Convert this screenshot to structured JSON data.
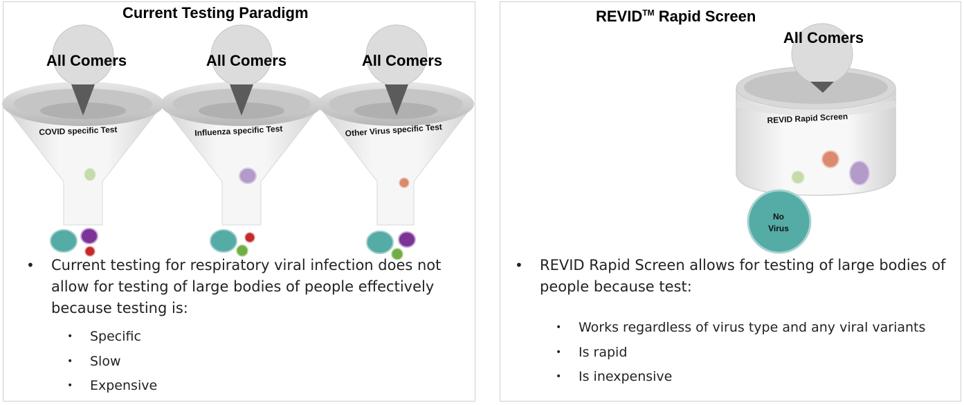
{
  "left_panel": {
    "title": "Current Testing Paradigm",
    "funnels": [
      {
        "top_label": "All Comers",
        "test_label": "COVID specific Test"
      },
      {
        "top_label": "All Comers",
        "test_label": "Influenza specific Test"
      },
      {
        "top_label": "All Comers",
        "test_label": "Other Virus specific Test"
      }
    ],
    "bullet": "Current testing for respiratory viral infection does not allow for testing of large bodies of people effectively because testing is:",
    "sub_bullets": [
      "Specific",
      "Slow",
      "Expensive"
    ]
  },
  "right_panel": {
    "title": "REVID",
    "title_mark": "TM",
    "title_rest": "Rapid Screen",
    "top_label": "All Comers",
    "screen_label": "REVID Rapid Screen",
    "no_virus_line1": "No",
    "no_virus_line2": "Virus",
    "bullet": "REVID Rapid Screen allows for testing of large bodies of people because test:",
    "sub_bullets": [
      "Works regardless of virus type and any viral variants",
      "Is rapid",
      "Is inexpensive"
    ]
  },
  "colors": {
    "teal": "#55aba5",
    "purple": "#7b3496",
    "red": "#c42a2a",
    "green": "#71ae46",
    "lavender": "#b29ac9",
    "salmon": "#da8a6f",
    "light_green": "#c5dba9"
  }
}
